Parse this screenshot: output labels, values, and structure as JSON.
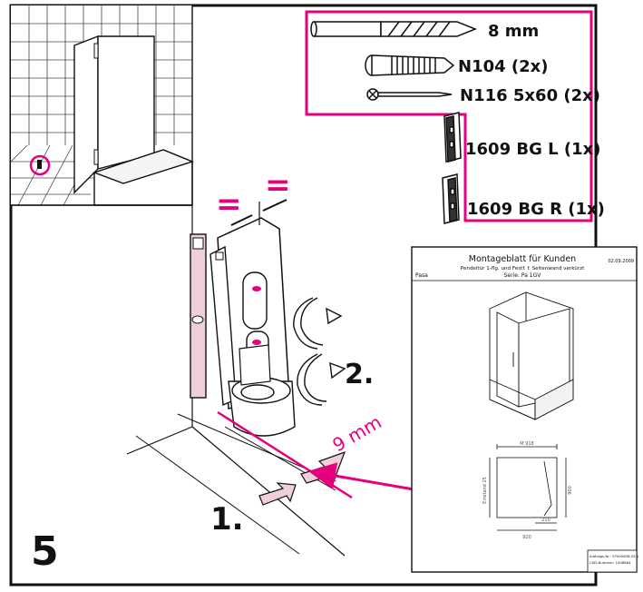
{
  "step": {
    "number": "5"
  },
  "parts": [
    {
      "label": "8 mm",
      "icon": "drill-bit-icon"
    },
    {
      "label": "N104 (2x)",
      "icon": "wall-plug-icon"
    },
    {
      "label": "N116 5x60 (2x)",
      "icon": "screw-icon"
    },
    {
      "label": "1609 BG L (1x)",
      "icon": "wall-bracket-left-icon"
    },
    {
      "label": "1609 BG R (1x)",
      "icon": "wall-bracket-right-icon"
    }
  ],
  "callouts": {
    "equal_left": "=",
    "equal_right": "=",
    "distance": "9 mm",
    "action_one": "1.",
    "action_two": "2."
  },
  "sheet": {
    "title": "Montageblatt für Kunden",
    "date": "02.09.2009",
    "subtitle": "Pendeltür 1-flg. und Festf. f. Seitenwand verkürzt",
    "left_label": "Pasa",
    "series": "Serie: Pa 1GV",
    "dim_top": "M 918",
    "dim_side": "Einstand 25",
    "dim_right": "900",
    "dim_small": "210",
    "dim_bottom": "920",
    "footer_order": "Auftrags-Nr.: 97000636 03-1",
    "footer_cad": "CAD-Nummer: 1006664"
  },
  "colors": {
    "accent": "#e6007e",
    "level": "#f0cfd8",
    "ink": "#111111"
  }
}
